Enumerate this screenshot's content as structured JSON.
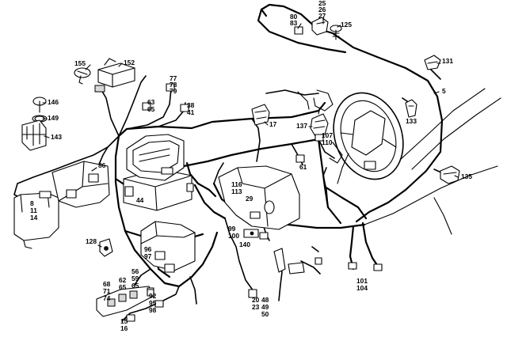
{
  "callouts": {
    "c5": "5",
    "c8": "8",
    "c11": "11",
    "c14": "14",
    "c15": "15",
    "c16": "16",
    "c17": "17",
    "c20": "20",
    "c23": "23",
    "c25": "25",
    "c26": "26",
    "c27": "27",
    "c29": "29",
    "c38": "38",
    "c41": "41",
    "c44": "44",
    "c48": "48",
    "c49": "49",
    "c50": "50",
    "c56": "56",
    "c59": "59",
    "c61": "61",
    "c62": "62",
    "c63": "63",
    "c65a": "65",
    "c65b": "65",
    "c65c": "65",
    "c68": "68",
    "c71": "71",
    "c74": "74",
    "c77": "77",
    "c78": "78",
    "c79": "79",
    "c80": "80",
    "c83": "83",
    "c86": "86",
    "c92": "92",
    "c95": "95",
    "c96": "96",
    "c97": "97",
    "c98": "98",
    "c99": "99",
    "c100": "100",
    "c101": "101",
    "c104": "104",
    "c107": "107",
    "c110": "110",
    "c113": "113",
    "c116": "116",
    "c125": "125",
    "c128": "128",
    "c131": "131",
    "c133": "133",
    "c135": "135",
    "c137": "137",
    "c140": "140",
    "c143": "143",
    "c146": "146",
    "c149": "149",
    "c152": "152",
    "c155": "155"
  }
}
